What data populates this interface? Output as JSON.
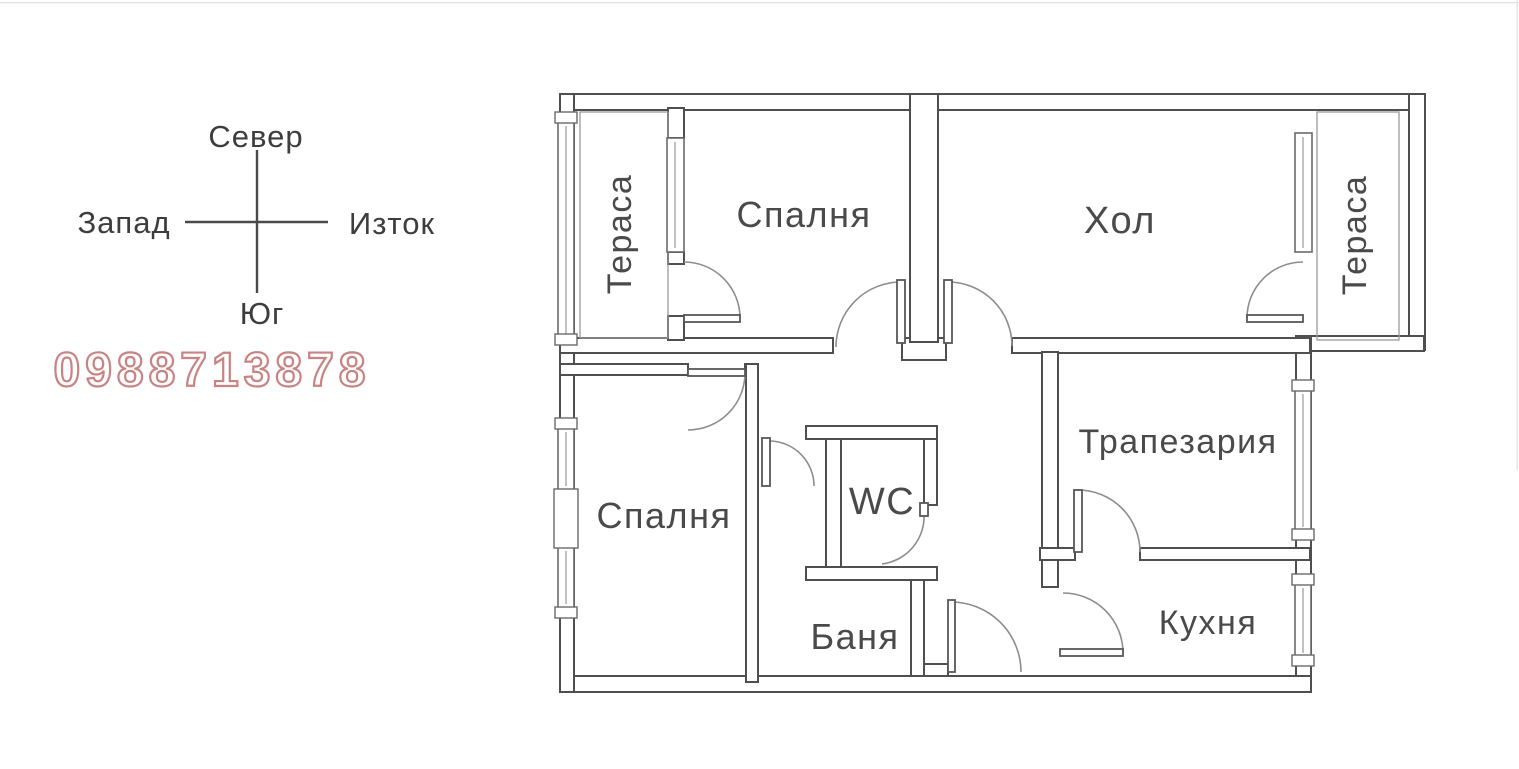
{
  "compass": {
    "north": "Север",
    "west": "Запад",
    "east": "Изток",
    "south": "Юг"
  },
  "watermark": {
    "phone": "0988713878",
    "outline_color": "#c98383"
  },
  "floorplan": {
    "wall_color": "#4f4f4f",
    "rooms": {
      "terrace_left": "Тераса",
      "bedroom_top": "Спалня",
      "living": "Хол",
      "terrace_right": "Тераса",
      "bedroom_bottom": "Спалня",
      "wc": "WC",
      "bath": "Баня",
      "dining": "Трапезария",
      "kitchen": "Кухня"
    }
  }
}
